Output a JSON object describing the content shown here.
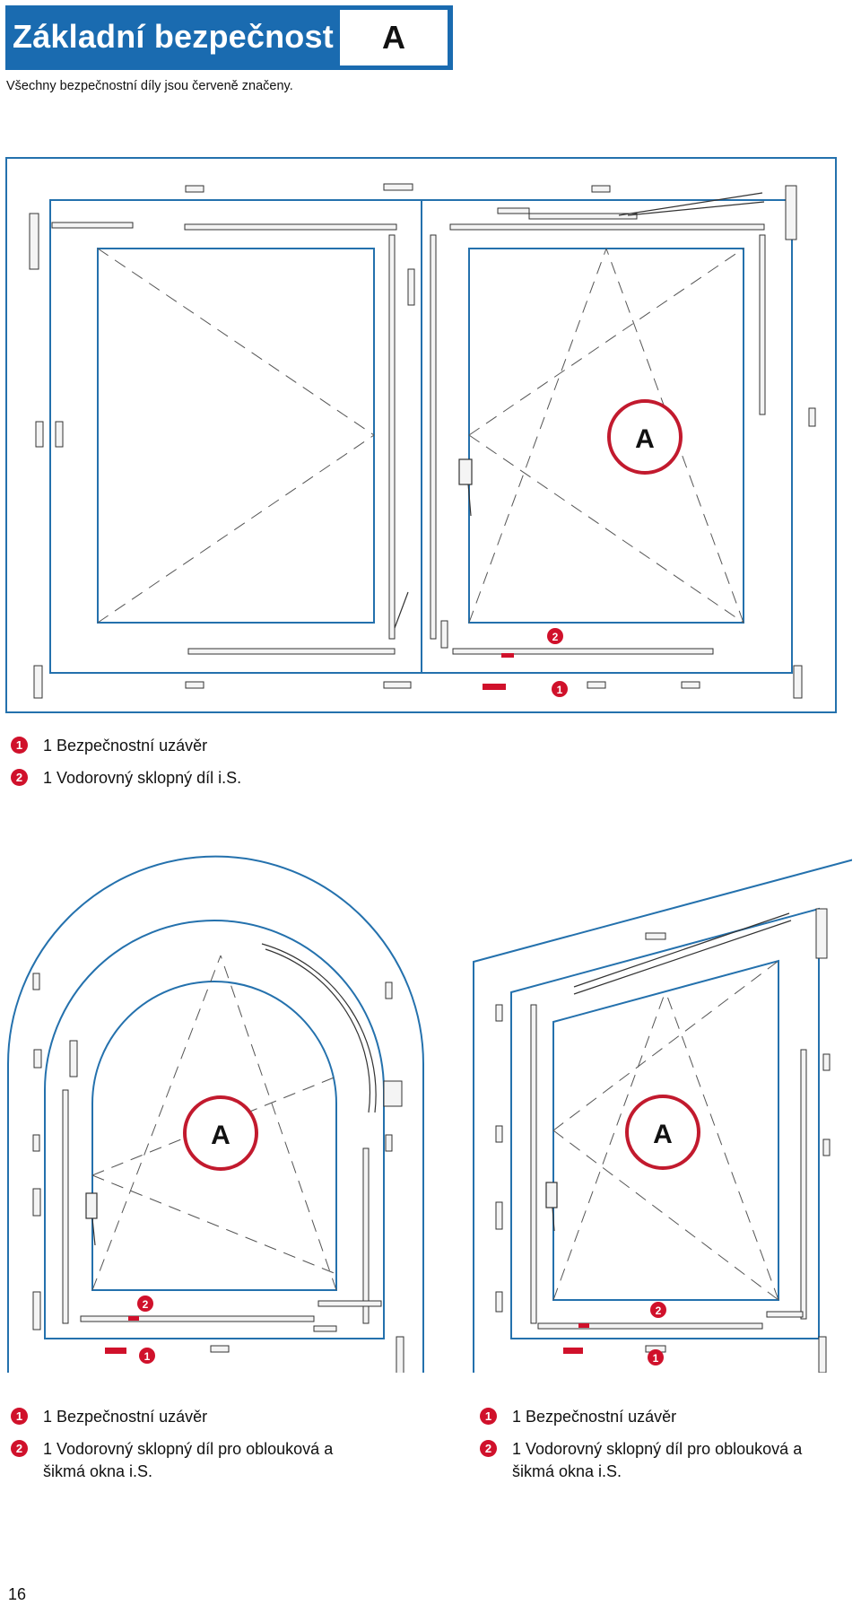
{
  "header": {
    "title": "Základní bezpečnost",
    "letter": "A"
  },
  "subtitle": "Všechny bezpečnostní díly jsou červeně značeny.",
  "figures": {
    "top": {
      "circle_label": "A",
      "callouts": [
        "2",
        "1"
      ]
    },
    "arched": {
      "circle_label": "A",
      "callouts": [
        "2",
        "1"
      ]
    },
    "slanted": {
      "circle_label": "A",
      "callouts": [
        "2",
        "1"
      ]
    }
  },
  "legend_top": [
    {
      "num": "1",
      "text": "1 Bezpečnostní uzávěr"
    },
    {
      "num": "2",
      "text": "1 Vodorovný sklopný díl i.S."
    }
  ],
  "legend_left": [
    {
      "num": "1",
      "text": "1 Bezpečnostní uzávěr"
    },
    {
      "num": "2",
      "text": "1 Vodorovný sklopný díl pro oblouková a šikmá okna i.S."
    }
  ],
  "legend_right": [
    {
      "num": "1",
      "text": "1 Bezpečnostní uzávěr"
    },
    {
      "num": "2",
      "text": "1 Vodorovný sklopný díl pro oblouková a šikmá okna i.S."
    }
  ],
  "page_number": "16",
  "colors": {
    "brand_blue": "#1a6bb0",
    "frame_blue": "#2471ad",
    "safety_red": "#d0112b"
  }
}
